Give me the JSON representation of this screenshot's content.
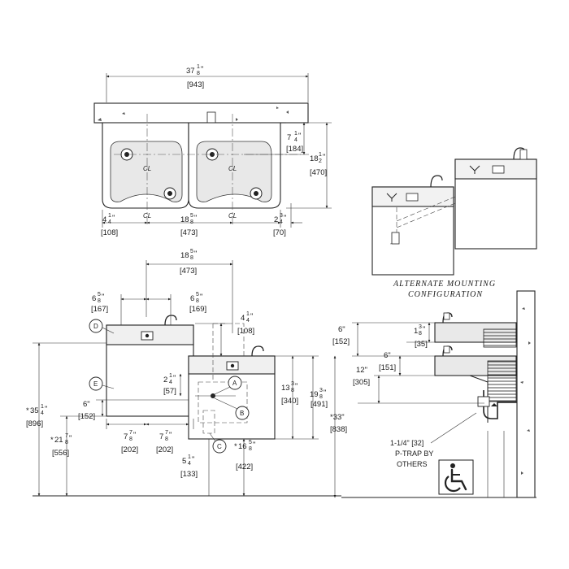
{
  "top": {
    "width": {
      "whole": "37",
      "num": "1",
      "den": "8",
      "mm": "[943]"
    },
    "depth_top": {
      "whole": "7",
      "num": "1",
      "den": "4",
      "mm": "[184]"
    },
    "depth_total": {
      "whole": "18",
      "num": "1",
      "den": "2",
      "mm": "[470]"
    },
    "left_offset": {
      "whole": "4",
      "num": "1",
      "den": "4",
      "mm": "[108]"
    },
    "center_spacing": {
      "whole": "18",
      "num": "5",
      "den": "8",
      "mm": "[473]"
    },
    "right_offset": {
      "whole": "2",
      "num": "3",
      "den": "4",
      "mm": "[70]"
    },
    "centerline": "CL"
  },
  "alternate": {
    "line1": "ALTERNATE MOUNTING",
    "line2": "CONFIGURATION"
  },
  "front": {
    "center_spacing": {
      "whole": "18",
      "num": "5",
      "den": "8",
      "mm": "[473]"
    },
    "left_half": {
      "whole": "6",
      "num": "5",
      "den": "8",
      "mm": "[167]"
    },
    "right_half": {
      "whole": "6",
      "num": "5",
      "den": "8",
      "mm": "[169]"
    },
    "drop": {
      "whole": "4",
      "num": "1",
      "den": "4",
      "mm": "[108]"
    },
    "small": {
      "whole": "2",
      "num": "1",
      "den": "4",
      "mm": "[57]"
    },
    "six": {
      "text": "6\"",
      "mm": "[152]"
    },
    "left_bottom": {
      "whole": "7",
      "num": "7",
      "den": "8",
      "mm": "[202]"
    },
    "right_bottom": {
      "whole": "7",
      "num": "7",
      "den": "8",
      "mm": "[202]"
    },
    "bottom_small": {
      "whole": "5",
      "num": "1",
      "den": "4",
      "mm": "[133]"
    },
    "h_high": {
      "prefix": "*",
      "whole": "35",
      "num": "1",
      "den": "4",
      "mm": "[896]"
    },
    "h_low": {
      "prefix": "*",
      "whole": "21",
      "num": "7",
      "den": "8",
      "mm": "[556]"
    },
    "h_right": {
      "prefix": "*",
      "whole": "16",
      "num": "5",
      "den": "8",
      "mm": "[422]"
    },
    "cab_small": {
      "whole": "13",
      "num": "3",
      "den": "8",
      "mm": "[340]"
    },
    "cab_total": {
      "whole": "19",
      "num": "3",
      "den": "8",
      "mm": "[491]"
    },
    "callouts": [
      "A",
      "B",
      "C",
      "D",
      "E"
    ]
  },
  "side": {
    "six_top": {
      "text": "6\"",
      "mm": "[152]"
    },
    "one_three": {
      "whole": "1",
      "num": "3",
      "den": "8",
      "mm": "[35]"
    },
    "six_mid": {
      "text": "6\"",
      "mm": "[151]"
    },
    "twelve": {
      "text": "12\"",
      "mm": "[305]"
    },
    "thirty_three": {
      "text": "*33\"",
      "mm": "[838]"
    },
    "ptrap": {
      "line1": "1-1/4\" [32]",
      "line2": "P-TRAP BY",
      "line3": "OTHERS"
    }
  }
}
